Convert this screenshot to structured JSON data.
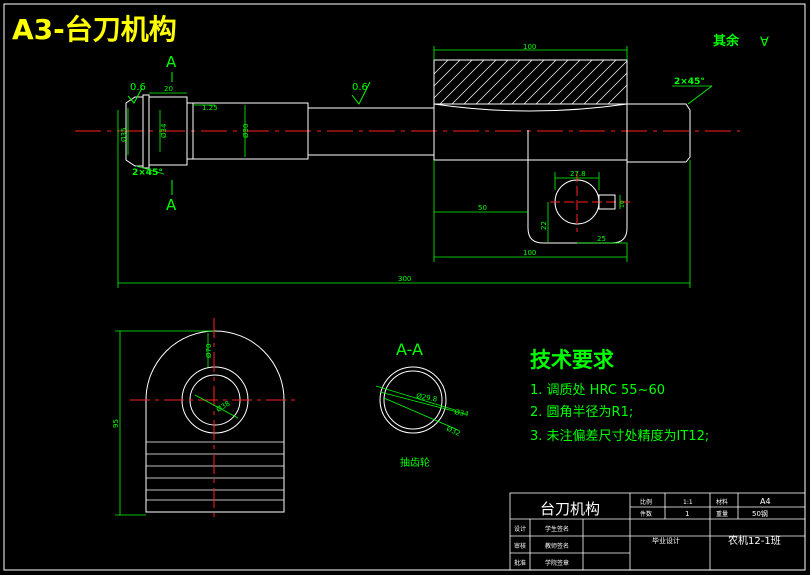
{
  "title": "A3-台刀机构",
  "roughness_note": "其余",
  "roughness_symbol": "∀",
  "shaft_view": {
    "section_mark_top": "A",
    "section_mark_bottom": "A",
    "roughness_left": "0.6",
    "roughness_mid": "0.6",
    "dim_top_100": "100",
    "dim_20": "20",
    "dim_1_25": "1.25",
    "dim_dia_35": "Ø35",
    "dim_dia_34": "Ø34",
    "dim_dia_30": "Ø30",
    "chamfer_left": "2×45°",
    "chamfer_right": "2×45°",
    "dim_27_8": "27.8",
    "dim_50": "50",
    "dim_22": "22",
    "dim_25": "25",
    "dim_10": "10",
    "dim_bottom_100": "100",
    "dim_300": "300"
  },
  "end_view": {
    "dim_dia_70": "Ø70",
    "dim_dia_38": "Ø38",
    "dim_95": "95"
  },
  "section_view": {
    "label": "A-A",
    "dim_dia_29_8": "Ø29.8",
    "dim_dia_34": "Ø34",
    "dim_dia_32": "Ø32",
    "caption": "抽齿轮"
  },
  "tech_requirements": {
    "heading": "技术要求",
    "items": [
      "1.  调质处  HRC 55~60",
      "2.  圆角半径为R1;",
      "3.   未注偏差尺寸处精度为IT12;"
    ]
  },
  "title_block": {
    "name": "台刀机构",
    "scale_label": "比例",
    "scale_value": "1:1",
    "material_label": "材料",
    "material_value": "A4",
    "qty_label": "件数",
    "qty_value": "1",
    "weight_label": "重量",
    "weight_value": "50钢",
    "row1_role": "设计",
    "row1_person": "学生签名",
    "row2_role": "审核",
    "row2_person": "教师签名",
    "row3_role": "批准",
    "row3_person": "学院签章",
    "project": "毕业设计",
    "drawing_no": "农机12-1班"
  }
}
